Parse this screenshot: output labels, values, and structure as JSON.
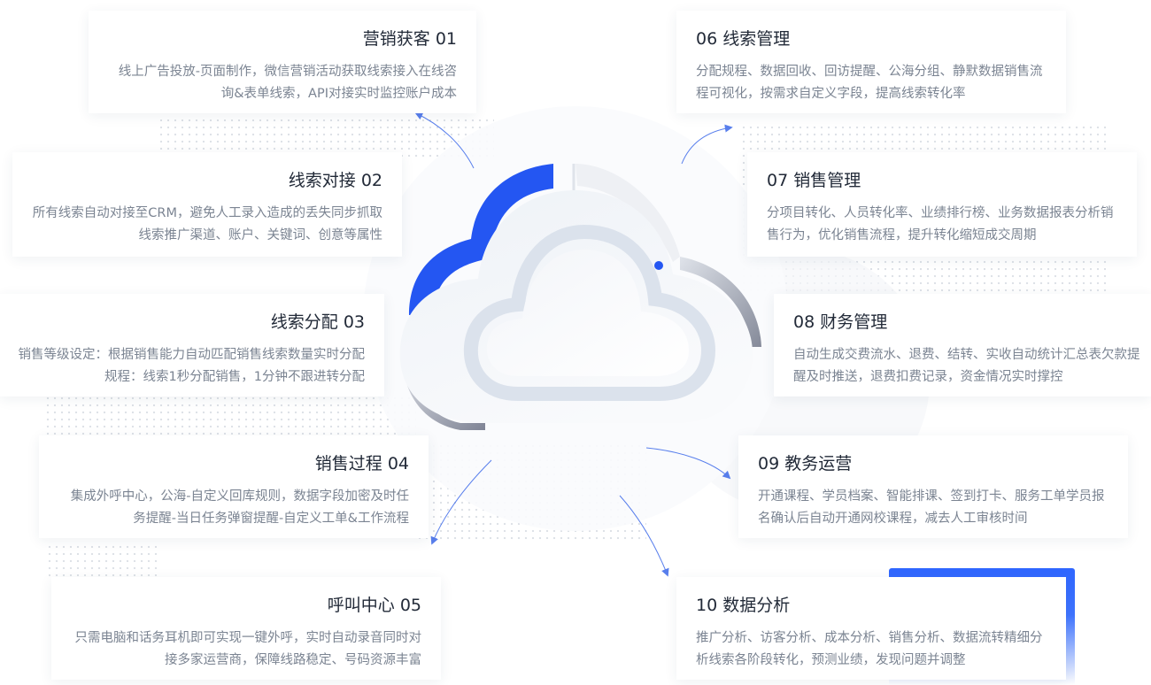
{
  "modules": [
    {
      "id": "01",
      "title": "营销获客 01",
      "desc": "线上广告投放-页面制作，微信营销活动获取线索接入在线咨询&表单线索，API对接实时监控账户成本",
      "side": "left"
    },
    {
      "id": "02",
      "title": "线索对接 02",
      "desc": "所有线索自动对接至CRM，避免人工录入造成的丢失同步抓取线索推广渠道、账户、关键词、创意等属性",
      "side": "left"
    },
    {
      "id": "03",
      "title": "线索分配 03",
      "desc": "销售等级设定：根据销售能力自动匹配销售线索数量实时分配规程：线索1秒分配销售，1分钟不跟进转分配",
      "side": "left"
    },
    {
      "id": "04",
      "title": "销售过程 04",
      "desc": "集成外呼中心，公海-自定义回库规则，数据字段加密及时任务提醒-当日任务弹窗提醒-自定义工单&工作流程",
      "side": "left"
    },
    {
      "id": "05",
      "title": "呼叫中心 05",
      "desc": "只需电脑和话务耳机即可实现一键外呼，实时自动录音同时对接多家运营商，保障线路稳定、号码资源丰富",
      "side": "left"
    },
    {
      "id": "06",
      "title": "06 线索管理",
      "desc": "分配规程、数据回收、回访提醒、公海分组、静默数据销售流程可视化，按需求自定义字段，提高线索转化率",
      "side": "right"
    },
    {
      "id": "07",
      "title": "07 销售管理",
      "desc": "分项目转化、人员转化率、业绩排行榜、业务数据报表分析销售行为，优化销售流程，提升转化缩短成交周期",
      "side": "right"
    },
    {
      "id": "08",
      "title": "08 财务管理",
      "desc": "自动生成交费流水、退费、结转、实收自动统计汇总表欠款提醒及时推送，退费扣费记录，资金情况实时撑控",
      "side": "right"
    },
    {
      "id": "09",
      "title": "09 教务运营",
      "desc": "开通课程、学员档案、智能排课、签到打卡、服务工单学员报名确认后自动开通网校课程，减去人工审核时间",
      "side": "right"
    },
    {
      "id": "10",
      "title": "10 数据分析",
      "desc": "推广分析、访客分析、成本分析、销售分析、数据流转精细分析线索各阶段转化，预测业绩，发现问题并调整",
      "side": "right"
    }
  ],
  "colors": {
    "accent": "#2456f2",
    "ring_gray": "#c5cbd6",
    "ring_dark": "#8e93a3",
    "title": "#222a38",
    "text": "#7b8492",
    "arrow": "#2f5fe8"
  },
  "icons": {
    "center": "cloud-icon"
  }
}
